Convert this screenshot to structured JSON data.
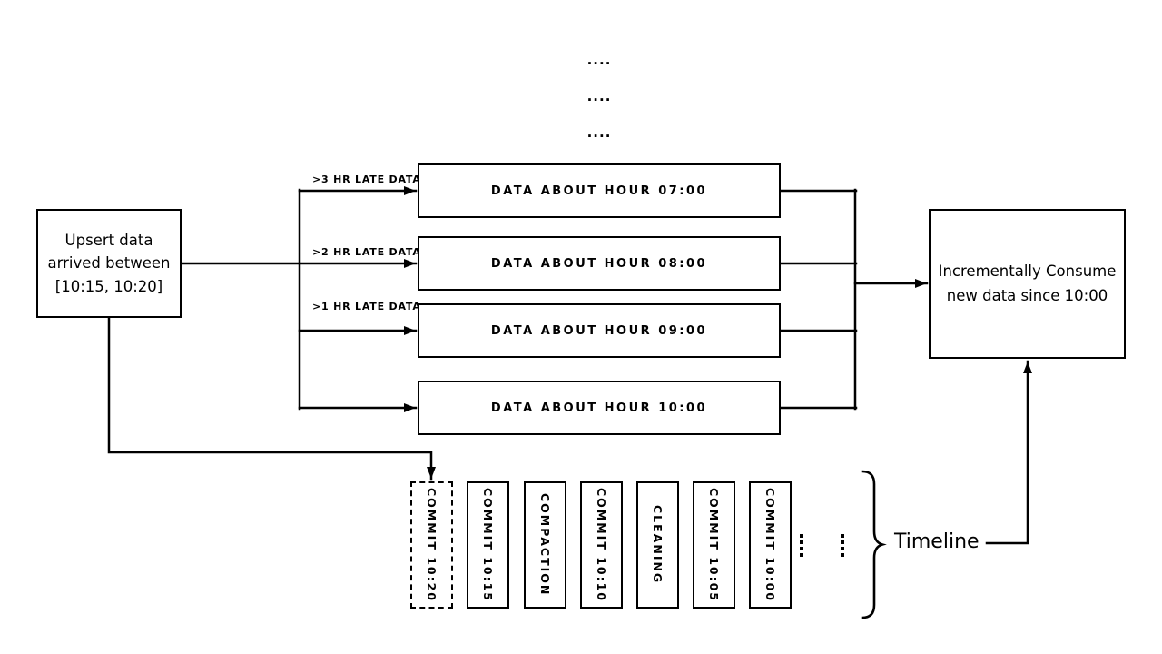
{
  "diagram": {
    "top_ellipsis_rows": [
      "....",
      "....",
      "...."
    ],
    "source_box": {
      "lines": [
        "Upsert data",
        "arrived between",
        "[10:15, 10:20]"
      ]
    },
    "late_labels": [
      ">3 HR LATE DATA",
      ">2 HR LATE DATA",
      ">1 HR LATE DATA"
    ],
    "hour_boxes": [
      "DATA ABOUT HOUR 07:00",
      "DATA ABOUT HOUR 08:00",
      "DATA ABOUT HOUR 09:00",
      "DATA ABOUT HOUR 10:00"
    ],
    "consumer_box": {
      "lines": [
        "Incrementally Consume",
        "new data since 10:00"
      ]
    },
    "timeline": {
      "label": "Timeline",
      "items": [
        {
          "label": "COMMIT 10:20",
          "style": "dashed"
        },
        {
          "label": "COMMIT 10:15",
          "style": "solid"
        },
        {
          "label": "COMPACTION",
          "style": "solid"
        },
        {
          "label": "COMMIT 10:10",
          "style": "solid"
        },
        {
          "label": "CLEANING",
          "style": "solid"
        },
        {
          "label": "COMMIT 10:05",
          "style": "solid"
        },
        {
          "label": "COMMIT 10:00",
          "style": "solid"
        }
      ]
    },
    "colors": {
      "ink": "#000000",
      "background": "#ffffff"
    }
  }
}
